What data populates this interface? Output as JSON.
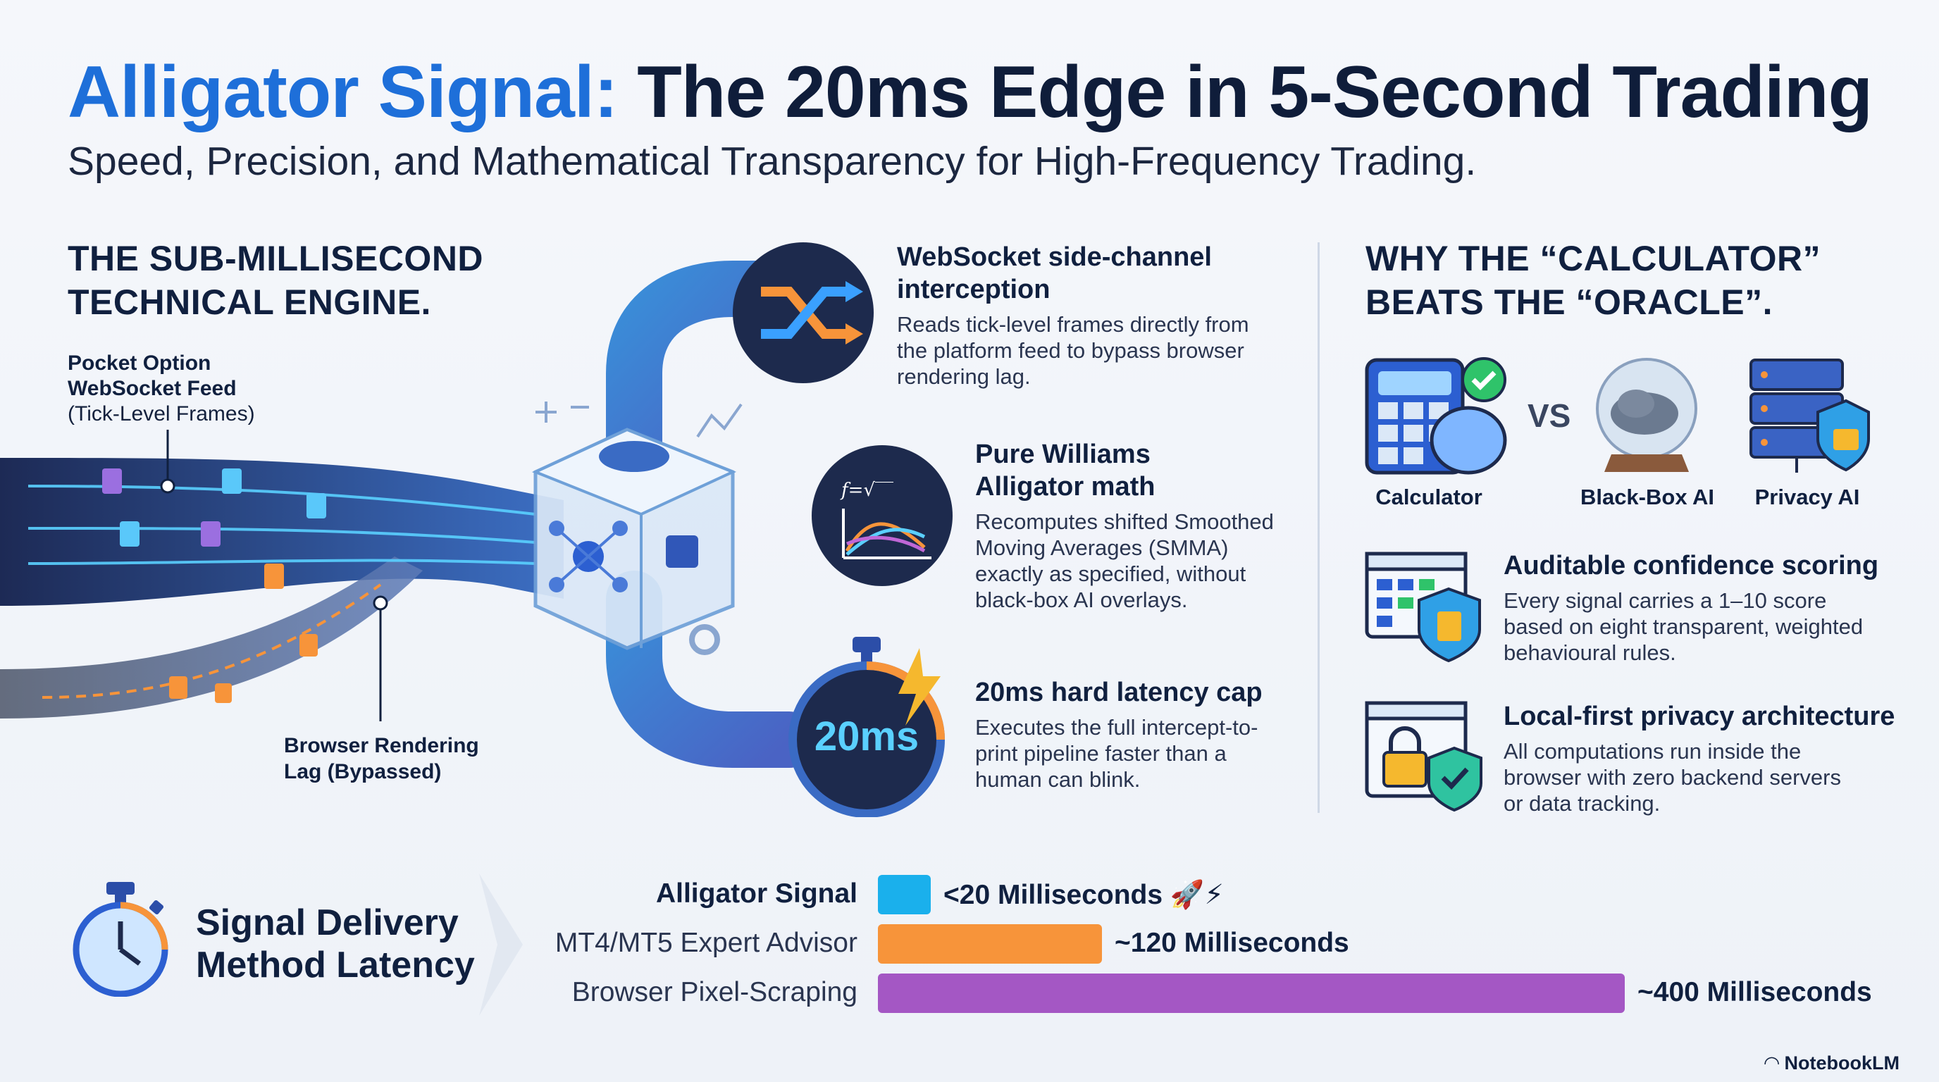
{
  "header": {
    "title_accent": "Alligator Signal:",
    "title_rest": " The 20ms Edge in 5-Second Trading",
    "subtitle": "Speed, Precision, and Mathematical Transparency for High-Frequency Trading."
  },
  "left": {
    "heading_line1": "THE SUB-MILLISECOND",
    "heading_line2": "TECHNICAL ENGINE.",
    "feed_line1": "Pocket Option",
    "feed_line2": "WebSocket Feed",
    "feed_line3": "(Tick-Level Frames)",
    "lag_line1": "Browser Rendering",
    "lag_line2": "Lag (Bypassed)"
  },
  "features": [
    {
      "title_line1": "WebSocket side-channel",
      "title_line2": "interception",
      "desc": [
        "Reads tick-level frames directly from",
        "the platform feed to bypass browser",
        "rendering lag."
      ],
      "icon": "shuffle-icon"
    },
    {
      "title_line1": "Pure Williams",
      "title_line2": "Alligator math",
      "desc": [
        "Recomputes shifted Smoothed",
        "Moving Averages (SMMA)",
        "exactly as specified, without",
        "black-box AI overlays."
      ],
      "icon": "math-chart-icon"
    },
    {
      "title_line1": "20ms hard latency cap",
      "title_line2": "",
      "desc": [
        "Executes the full intercept-to-",
        "print pipeline faster than a",
        "human can blink."
      ],
      "icon": "stopwatch-icon",
      "badge": "20ms"
    }
  ],
  "right": {
    "heading_line1": "WHY THE “CALCULATOR”",
    "heading_line2": "BEATS THE “ORACLE”.",
    "vs": "VS",
    "icons": [
      {
        "label": "Calculator",
        "icon": "calculator-brain-icon"
      },
      {
        "label": "Black-Box AI",
        "icon": "crystal-ball-icon"
      },
      {
        "label": "Privacy AI",
        "icon": "server-lock-icon"
      }
    ],
    "points": [
      {
        "title": "Auditable confidence scoring",
        "desc": [
          "Every signal carries a 1–10 score",
          "based on eight transparent, weighted",
          "behavioural rules."
        ],
        "icon": "dashboard-shield-icon"
      },
      {
        "title": "Local-first privacy architecture",
        "desc": [
          "All computations run inside the",
          "browser with zero backend servers",
          "or data tracking."
        ],
        "icon": "browser-lock-icon"
      }
    ]
  },
  "latency": {
    "heading_line1": "Signal Delivery",
    "heading_line2": "Method Latency",
    "rows": [
      {
        "label": "Alligator Signal",
        "value": "<20 Milliseconds",
        "ms": 20,
        "color": "#1ab0ec",
        "emoji": "🚀⚡"
      },
      {
        "label": "MT4/MT5 Expert Advisor",
        "value": "~120 Milliseconds",
        "ms": 120,
        "color": "#f7943a",
        "emoji": ""
      },
      {
        "label": "Browser Pixel-Scraping",
        "value": "~400 Milliseconds",
        "ms": 400,
        "color": "#a457c4",
        "emoji": ""
      }
    ]
  },
  "footer": {
    "brand": "NotebookLM"
  },
  "colors": {
    "accent": "#1e6fd9",
    "navy": "#10203f",
    "blue": "#1ab0ec",
    "orange": "#f7943a",
    "purple": "#a457c4"
  }
}
